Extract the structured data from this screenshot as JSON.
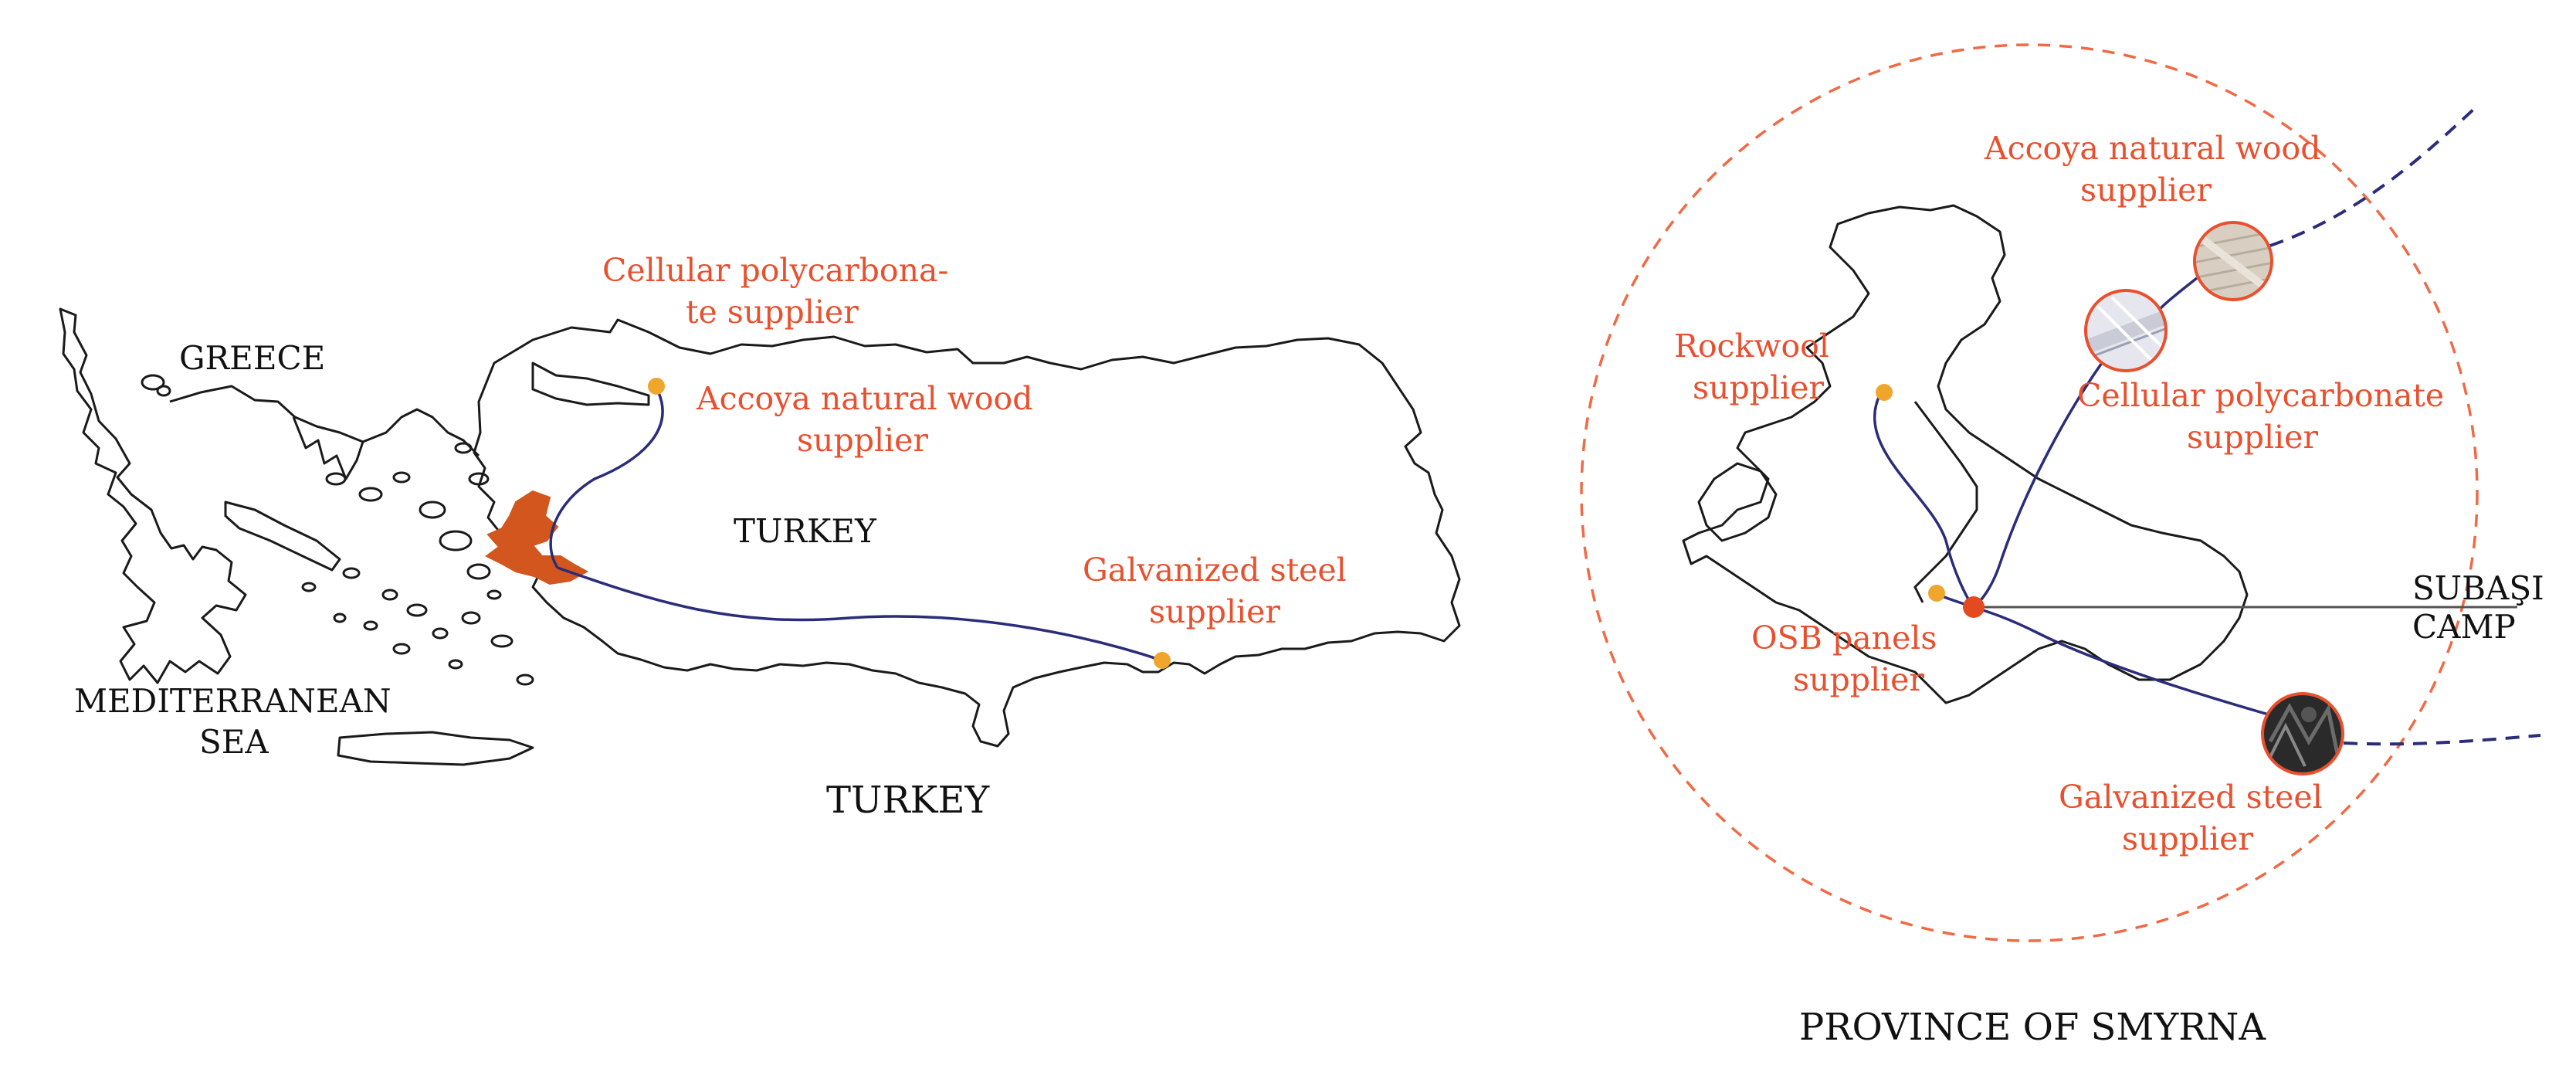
{
  "left_map": {
    "labels": {
      "greece": "GREECE",
      "mediterranean_1": "MEDITERRANEAN",
      "mediterranean_2": "SEA",
      "turkey_inner": "TURKEY",
      "turkey_caption": "TURKEY"
    },
    "suppliers": {
      "polycarbonate_1": "Cellular polycarbona-",
      "polycarbonate_2": "te supplier",
      "accoya_1": "Accoya natural wood",
      "accoya_2": "supplier",
      "steel_1": "Galvanized steel",
      "steel_2": "supplier"
    }
  },
  "right_map": {
    "caption": "PROVINCE OF SMYRNA",
    "camp_1": "SUBAŞI",
    "camp_2": "CAMP",
    "suppliers": {
      "accoya_1": "Accoya natural wood",
      "accoya_2": "supplier",
      "rockwool_1": "Rockwool",
      "rockwool_2": "supplier",
      "polycarbonate_1": "Cellular polycarbonate",
      "polycarbonate_2": "supplier",
      "osb_1": "OSB panels",
      "osb_2": "supplier",
      "steel_1": "Galvanized steel",
      "steel_2": "supplier"
    }
  },
  "colors": {
    "label_red": "#e8502e",
    "route_blue": "#2b2d7a",
    "supplier_dot": "#f0a52c",
    "izmir_fill": "#d2561d",
    "province_circle": "#f06a45"
  }
}
